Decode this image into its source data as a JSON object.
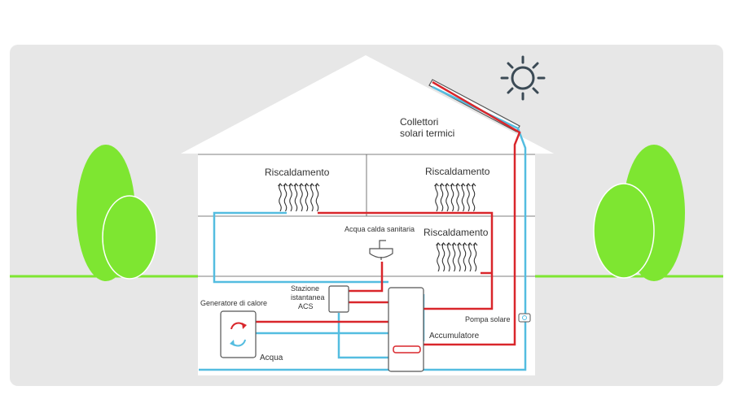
{
  "labels": {
    "collector_line1": "Collettori",
    "collector_line2": "solari termici",
    "heating_top_left": "Riscaldamento",
    "heating_top_right": "Riscaldamento",
    "heating_mid": "Riscaldamento",
    "hot_water": "Acqua calda sanitaria",
    "station_line1": "Stazione",
    "station_line2": "istantanea",
    "station_line3": "ACS",
    "heat_generator": "Generatore di calore",
    "water": "Acqua",
    "solar_pump": "Pompa solare",
    "storage": "Accumulatore"
  },
  "colors": {
    "background_panel": "#e7e7e7",
    "house": "#ffffff",
    "grass_and_trees": "#7ee631",
    "hot_pipe": "#d9262b",
    "cold_pipe": "#54bde0",
    "sun": "#3b4a55",
    "outline": "#555555"
  },
  "icons": [
    "sun-icon",
    "heating-waves-icon",
    "sink-icon",
    "heat-generator-icon",
    "storage-tank-icon",
    "pump-icon",
    "solar-collector-icon"
  ]
}
